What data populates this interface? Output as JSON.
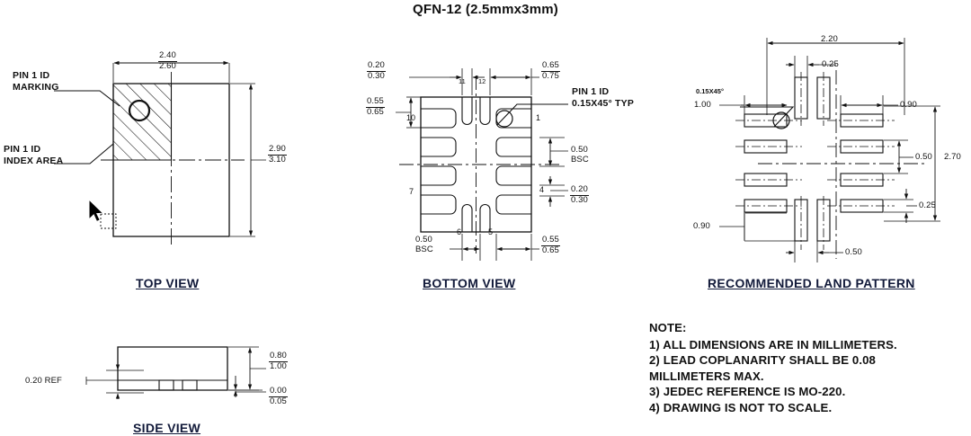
{
  "title": "QFN-12 (2.5mmx3mm)",
  "views": {
    "top": {
      "label": "TOP VIEW"
    },
    "bottom": {
      "label": "BOTTOM VIEW"
    },
    "land": {
      "label": "RECOMMENDED LAND PATTERN"
    },
    "side": {
      "label": "SIDE VIEW"
    }
  },
  "top_view": {
    "callouts": [
      {
        "line1": "PIN 1 ID",
        "line2": "MARKING"
      },
      {
        "line1": "PIN 1 ID",
        "line2": "INDEX AREA"
      }
    ],
    "dims": {
      "width": {
        "max": "2.40",
        "min": "2.60"
      },
      "height": {
        "max": "2.90",
        "min": "3.10"
      }
    }
  },
  "bottom_view": {
    "callout": {
      "line1": "PIN 1 ID",
      "line2": "0.15X45° TYP"
    },
    "dims": {
      "pad_width_top": {
        "max": "0.20",
        "min": "0.30"
      },
      "corner_top_right": {
        "max": "0.65",
        "min": "0.75"
      },
      "pad_left_top": {
        "max": "0.55",
        "min": "0.65"
      },
      "pitch_right": {
        "value": "0.50",
        "unit": "BSC"
      },
      "pad_width_right": {
        "max": "0.20",
        "min": "0.30"
      },
      "pitch_bottom": {
        "value": "0.50",
        "unit": "BSC"
      },
      "corner_bottom_right": {
        "max": "0.55",
        "min": "0.65"
      }
    },
    "pin_numbers": [
      "1",
      "4",
      "5",
      "6",
      "7",
      "10",
      "11",
      "12"
    ]
  },
  "land_pattern": {
    "chamfer_note": "0.15X45°",
    "dims": {
      "overall_width": "2.20",
      "pad_gap_top": "0.25",
      "left_offset": "1.00",
      "pad_length_right": "0.90",
      "pitch": "0.50",
      "pad_width": "0.25",
      "overall_height": "2.70",
      "bottom_offset": "0.90",
      "bottom_pitch": "0.50"
    }
  },
  "side_view": {
    "dims": {
      "lead_ref": "0.20  REF",
      "body_height": {
        "max": "0.80",
        "min": "1.00"
      },
      "standoff": {
        "max": "0.00",
        "min": "0.05"
      }
    }
  },
  "notes": {
    "heading": "NOTE:",
    "items": [
      "1) ALL DIMENSIONS ARE IN MILLIMETERS.",
      "2) LEAD COPLANARITY SHALL BE 0.08",
      "MILLIMETERS MAX.",
      "3) JEDEC REFERENCE IS MO-220.",
      "4) DRAWING IS NOT TO SCALE."
    ]
  },
  "colors": {
    "ink": "#111111",
    "heading": "#121a3a",
    "paper": "#ffffff"
  }
}
